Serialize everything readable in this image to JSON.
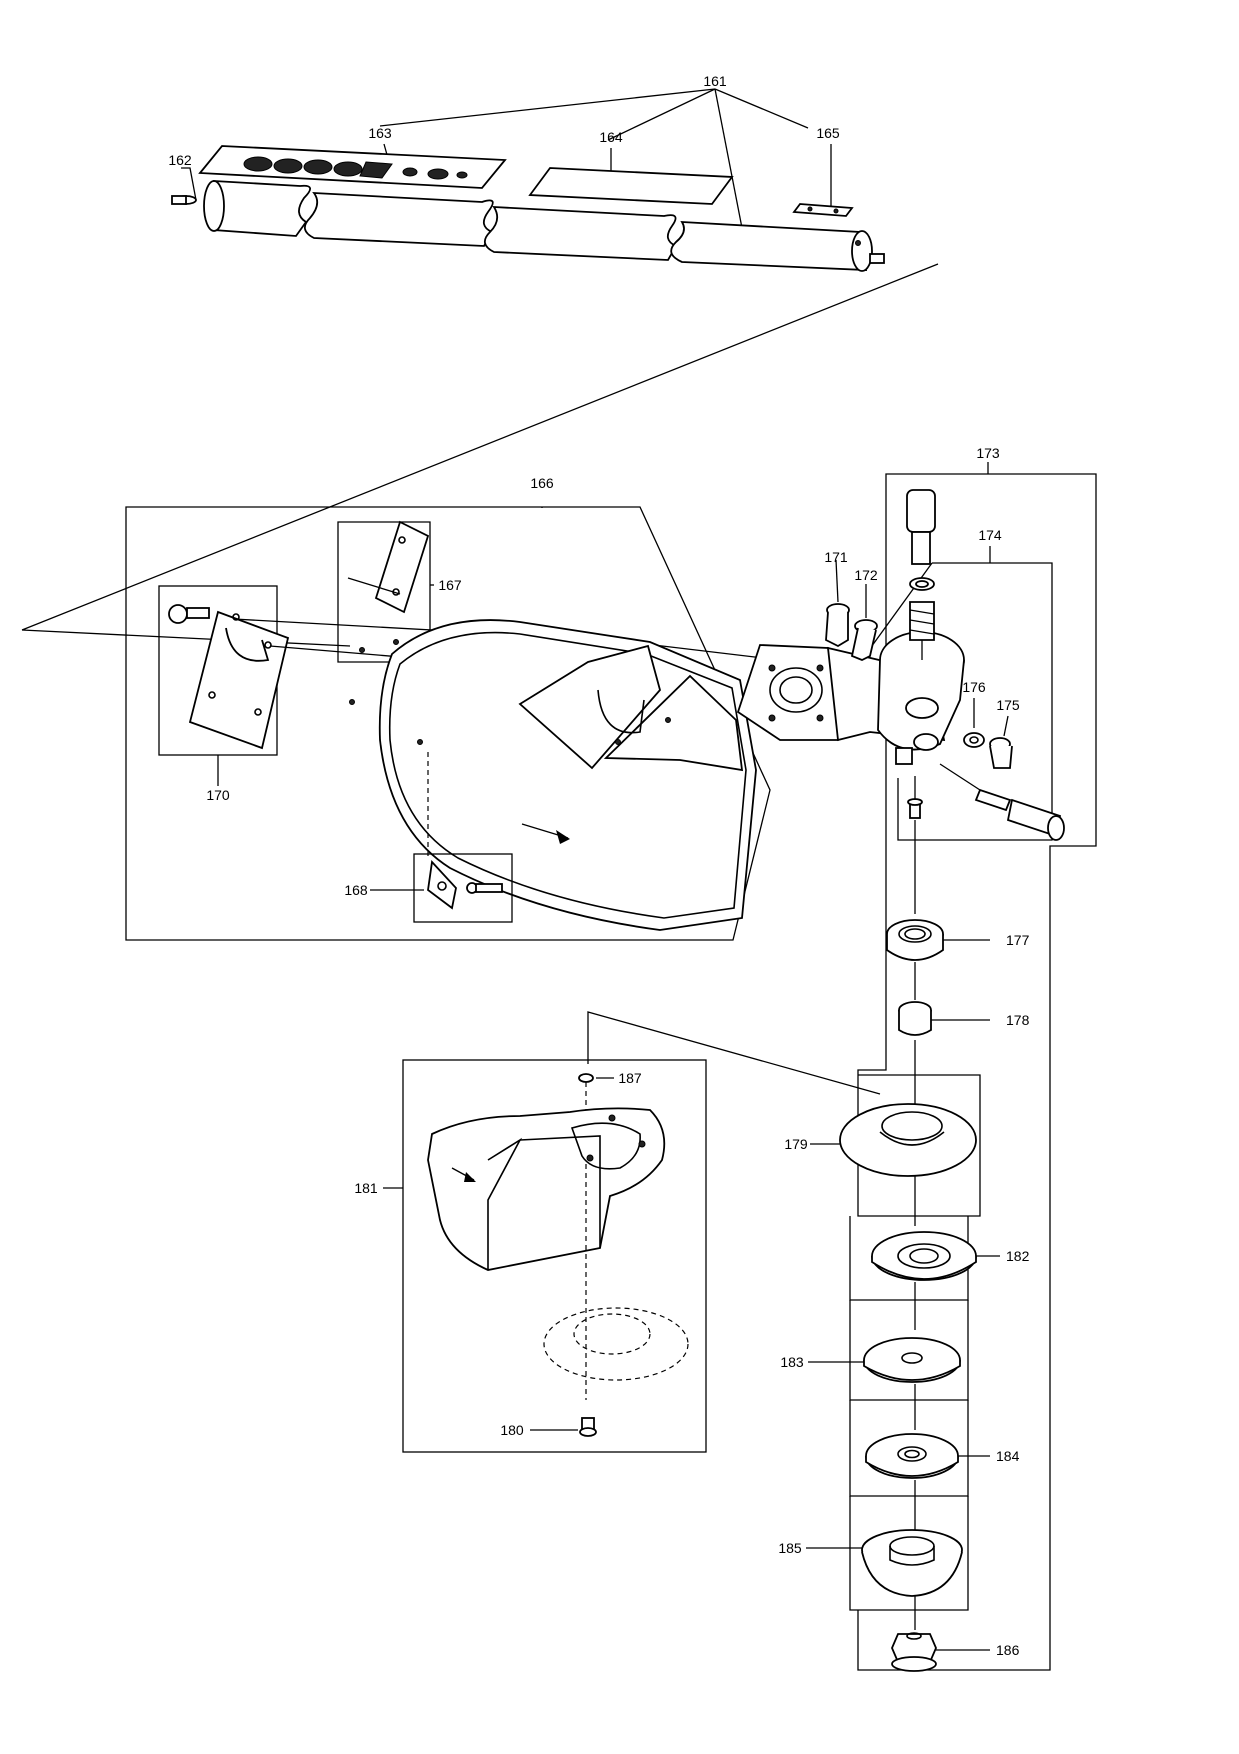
{
  "diagram": {
    "labels": {
      "p161": "161",
      "p162": "162",
      "p163": "163",
      "p164": "164",
      "p165": "165",
      "p166": "166",
      "p167": "167",
      "p168": "168",
      "p170": "170",
      "p171": "171",
      "p172": "172",
      "p173": "173",
      "p174": "174",
      "p175": "175",
      "p176": "176",
      "p177": "177",
      "p178": "178",
      "p179": "179",
      "p180": "180",
      "p181": "181",
      "p182": "182",
      "p183": "183",
      "p184": "184",
      "p185": "185",
      "p186": "186",
      "p187": "187"
    }
  }
}
